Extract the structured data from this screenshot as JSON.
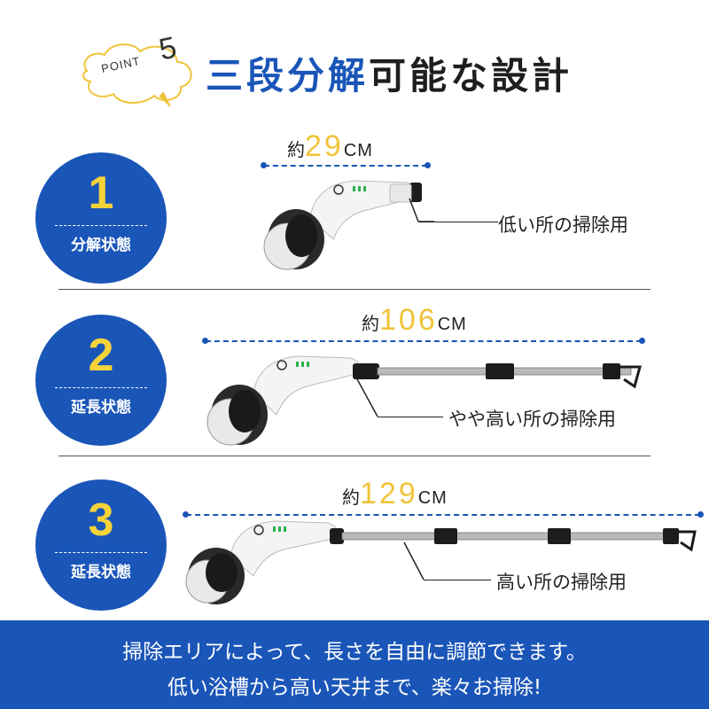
{
  "header": {
    "point_label": "POINT",
    "point_number": "5",
    "title_highlight": "三段分解",
    "title_rest": "可能な設計"
  },
  "rows": [
    {
      "number": "1",
      "state": "分解状態",
      "measure_prefix": "約",
      "measure_value": "29",
      "measure_unit": "CM",
      "usage": "低い所の掃除用"
    },
    {
      "number": "2",
      "state": "延長状態",
      "measure_prefix": "約",
      "measure_value": "106",
      "measure_unit": "CM",
      "usage": "やや高い所の掃除用"
    },
    {
      "number": "3",
      "state": "延長状態",
      "measure_prefix": "約",
      "measure_value": "129",
      "measure_unit": "CM",
      "usage": "高い所の掃除用"
    }
  ],
  "footer": {
    "line1": "掃除エリアによって、長さを自由に調節できます。",
    "line2": "低い浴槽から高い天井まで、楽々お掃除!"
  },
  "colors": {
    "brand_blue": "#1a55b8",
    "accent_yellow": "#f0c43a",
    "number_yellow": "#f5d33a"
  },
  "icons": {
    "badge": "point-cloud-icon",
    "product": "electric-spin-scrubber-icon"
  }
}
